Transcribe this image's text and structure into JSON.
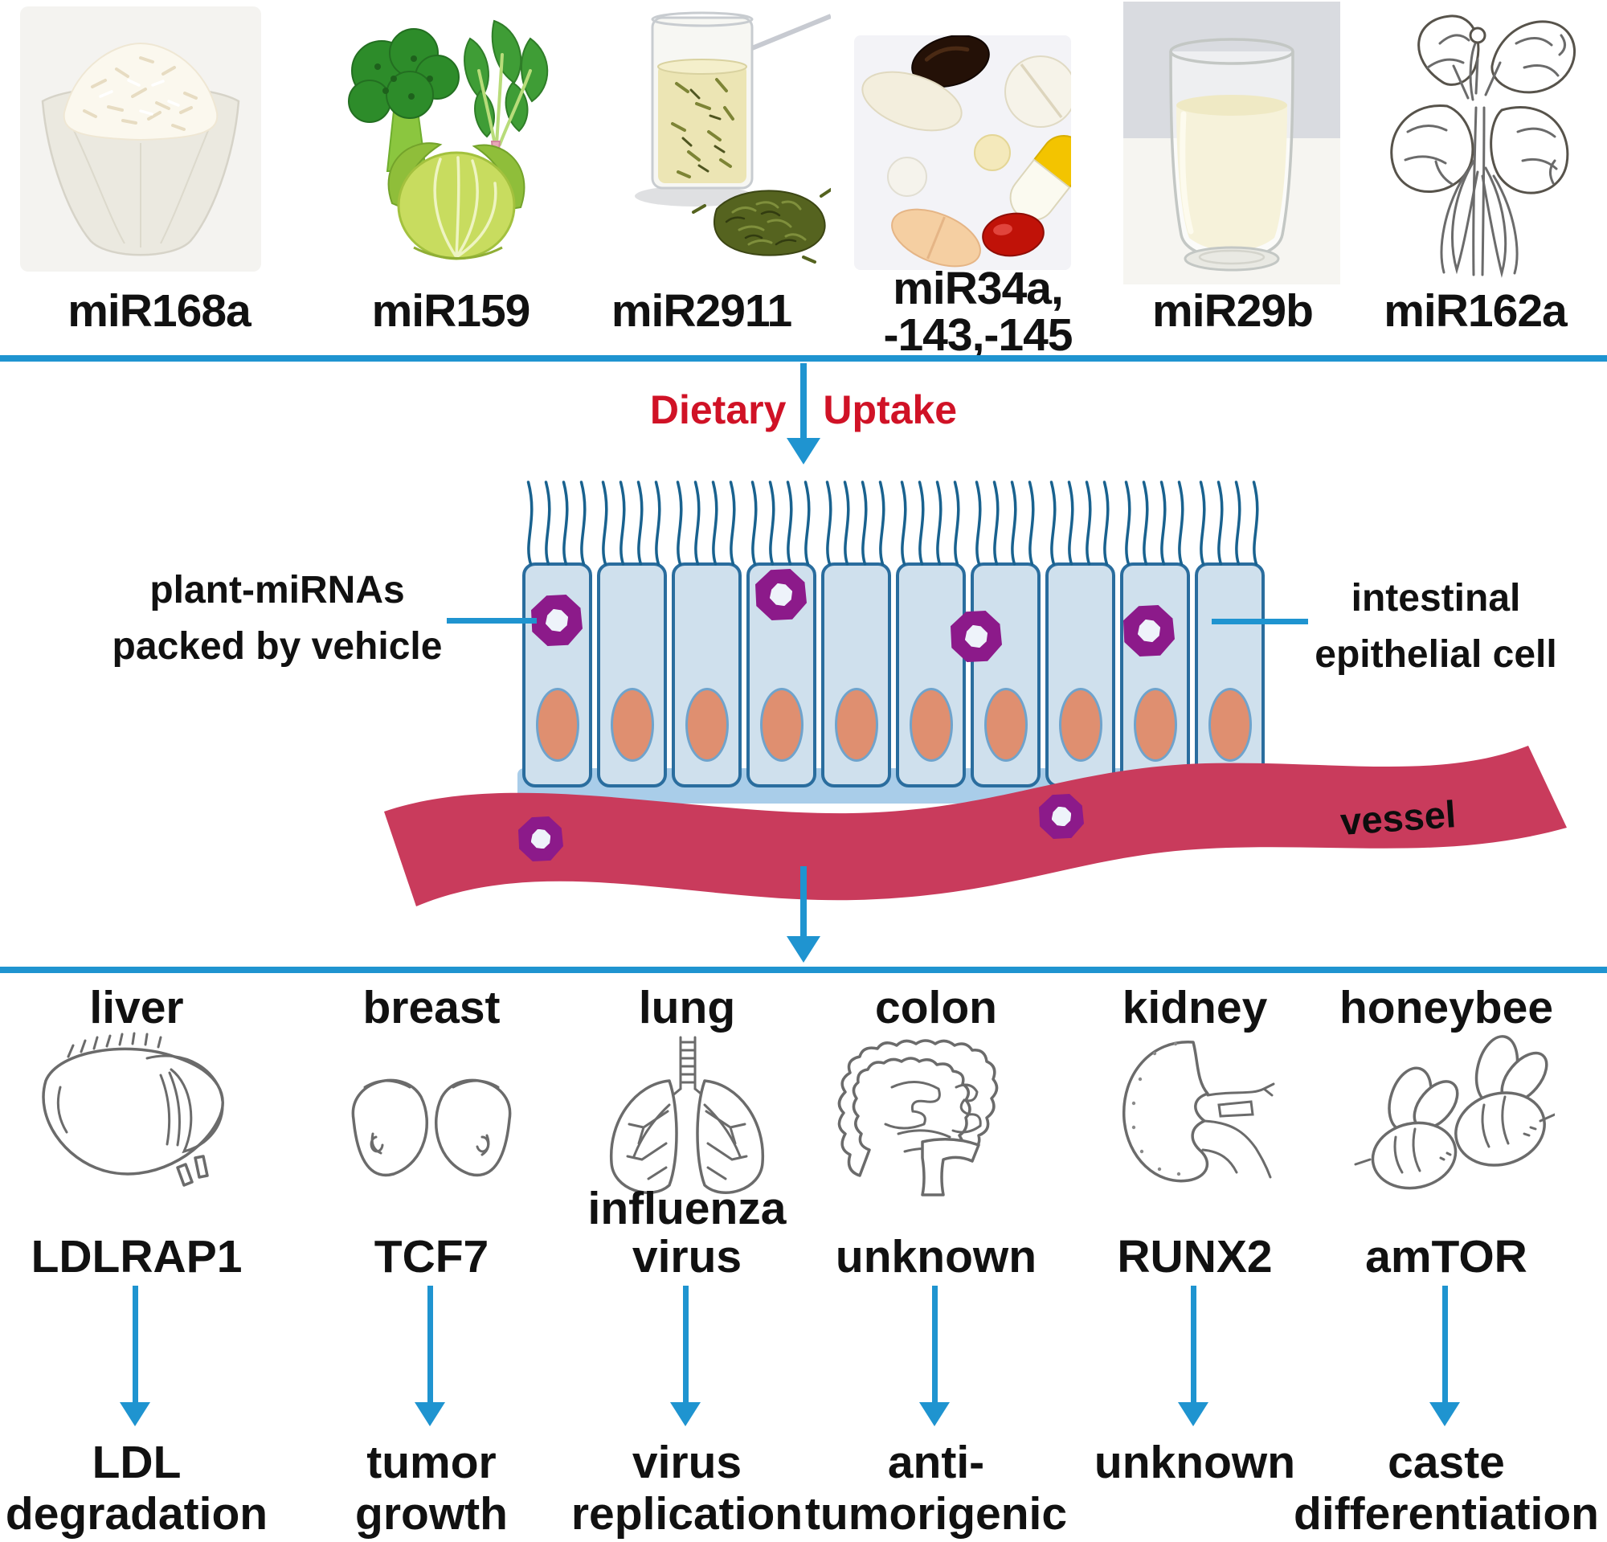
{
  "colors": {
    "accent_blue": "#1f94d0",
    "dark_blue": "#19628f",
    "red_text": "#d01226",
    "vessel_pink": "#c93b5c",
    "cell_fill": "#cfe0ed",
    "cell_border": "#2a6d9e",
    "nucleus_salmon": "#df8f70",
    "vesicle_purple": "#8c1a8a",
    "base_strip": "#a9cde9",
    "text_black": "#111111"
  },
  "top_row": {
    "items": [
      {
        "food": "rice-bowl",
        "label_lines": [
          "miR168a",
          ""
        ]
      },
      {
        "food": "vegetables",
        "label_lines": [
          "miR159",
          ""
        ]
      },
      {
        "food": "green-tea",
        "label_lines": [
          "miR2911",
          ""
        ]
      },
      {
        "food": "pills",
        "label_lines": [
          "miR34a,",
          "-143,-145"
        ]
      },
      {
        "food": "milk",
        "label_lines": [
          "miR29b",
          ""
        ]
      },
      {
        "food": "flower",
        "label_lines": [
          "miR162a",
          ""
        ]
      }
    ]
  },
  "uptake": {
    "word1": "Dietary",
    "word2": "Uptake"
  },
  "epithelium": {
    "cell_count": 10,
    "left_label_lines": [
      "plant-miRNAs",
      "packed by vehicle"
    ],
    "right_label_lines": [
      "intestinal",
      "epithelial cell"
    ]
  },
  "vessel": {
    "label": "vessel"
  },
  "bottom": {
    "columns": [
      {
        "organ": "liver",
        "target_lines": [
          "LDLRAP1",
          ""
        ],
        "effect_lines": [
          "LDL",
          "degradation"
        ]
      },
      {
        "organ": "breast",
        "target_lines": [
          "TCF7",
          ""
        ],
        "effect_lines": [
          "tumor",
          "growth"
        ]
      },
      {
        "organ": "lung",
        "target_lines": [
          "influenza",
          "virus"
        ],
        "effect_lines": [
          "virus",
          "replication"
        ]
      },
      {
        "organ": "colon",
        "target_lines": [
          "unknown",
          ""
        ],
        "effect_lines": [
          "anti-",
          "tumorigenic"
        ]
      },
      {
        "organ": "kidney",
        "target_lines": [
          "RUNX2",
          ""
        ],
        "effect_lines": [
          "unknown",
          ""
        ]
      },
      {
        "organ": "honeybee",
        "target_lines": [
          "amTOR",
          ""
        ],
        "effect_lines": [
          "caste",
          "differentiation"
        ]
      }
    ]
  }
}
